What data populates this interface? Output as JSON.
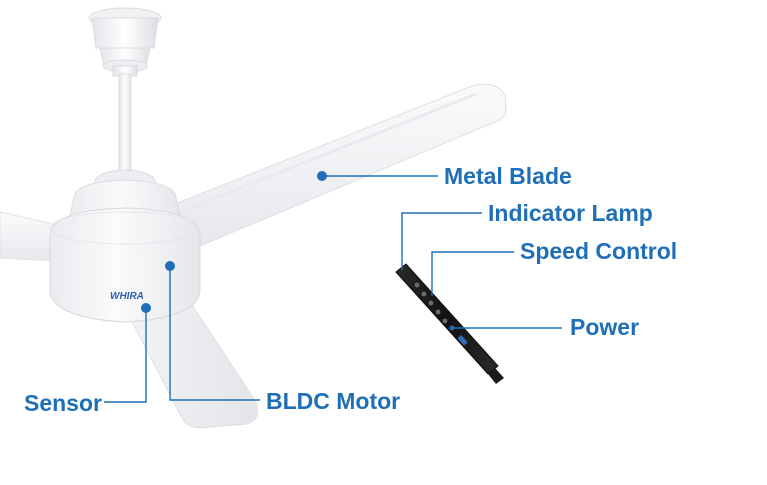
{
  "figure": {
    "brand_logo_text": "WHIRA",
    "accent_color": "#1f6fb8",
    "body_color": "#f4f5f7",
    "remote_color": "#1c1c1c"
  },
  "callouts": {
    "metal_blade": "Metal Blade",
    "indicator_lamp": "Indicator Lamp",
    "speed_control": "Speed Control",
    "power": "Power",
    "sensor": "Sensor",
    "bldc_motor": "BLDC Motor"
  }
}
